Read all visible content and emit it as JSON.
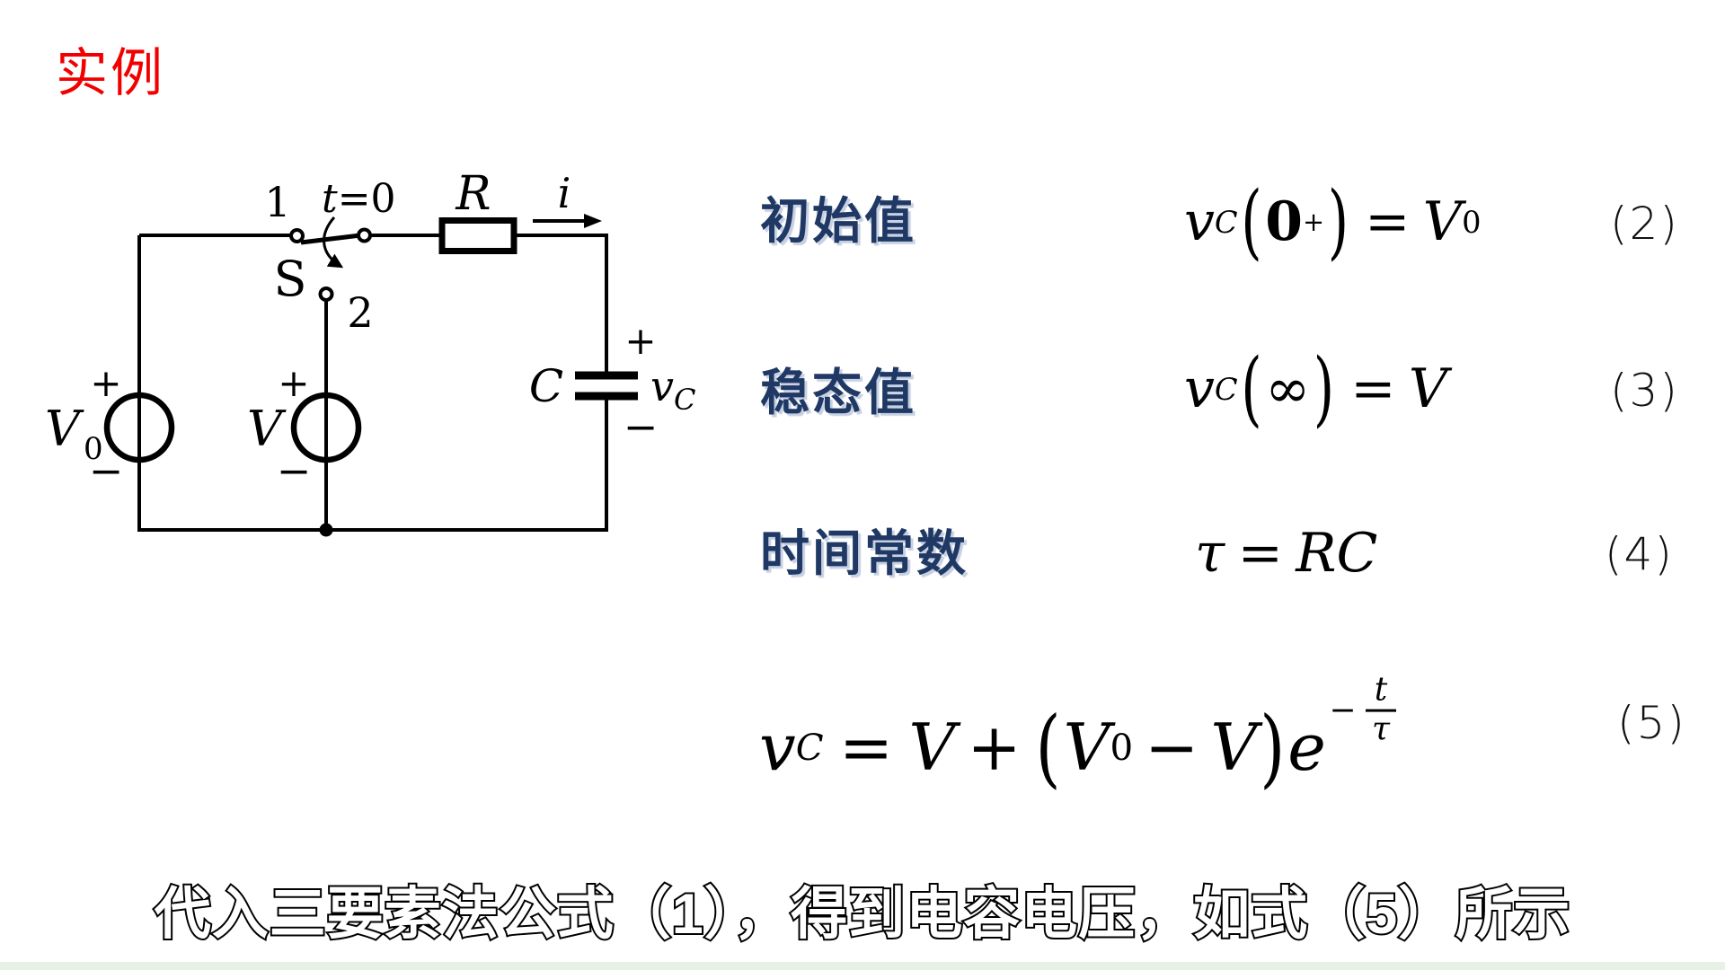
{
  "title": "实例",
  "colors": {
    "title_red": "#f20000",
    "label_blue": "#1f3864",
    "ink_black": "#000000",
    "strip_green": "#e6f3e4",
    "subtitle_fill": "#ffffff",
    "subtitle_outline": "#000000"
  },
  "circuit": {
    "node1": "1",
    "t_italic": "t",
    "t_rest": "=0",
    "switch_label": "S",
    "node2": "2",
    "resistor_label": "R",
    "current_label": "i",
    "cap_label": "C",
    "vc_main": "v",
    "vc_sub": "C",
    "v0_main": "V",
    "v0_sub": "0",
    "v_label": "V",
    "plus": "+",
    "minus": "−"
  },
  "rows": [
    {
      "label": "初始值",
      "number": "(2)"
    },
    {
      "label": "稳态值",
      "number": "(3)"
    },
    {
      "label": "时间常数",
      "number": "(4)"
    }
  ],
  "eq2": {
    "v": "v",
    "vsub": "C",
    "lp": "(",
    "zero": "0",
    "plus": "+",
    "rp": ")",
    "equals": "=",
    "V": "V",
    "Vsub": "0"
  },
  "eq3": {
    "v": "v",
    "vsub": "C",
    "lp": "(",
    "inf": "∞",
    "rp": ")",
    "equals": "=",
    "V": "V"
  },
  "eq4": {
    "tau": "τ",
    "equals": "=",
    "RC": "RC"
  },
  "eq5": {
    "v": "v",
    "vsub": "C",
    "equals": "=",
    "V1": "V",
    "plus": "+",
    "lp": "(",
    "V0": "V",
    "V0sub": "0",
    "minus": "−",
    "V2": "V",
    "rp": ")",
    "e": "e",
    "exp_minus": "−",
    "exp_num": "t",
    "exp_den": "τ",
    "number": "(5)"
  },
  "subtitle": "代入三要素法公式（1），得到电容电压，如式（5）所示"
}
